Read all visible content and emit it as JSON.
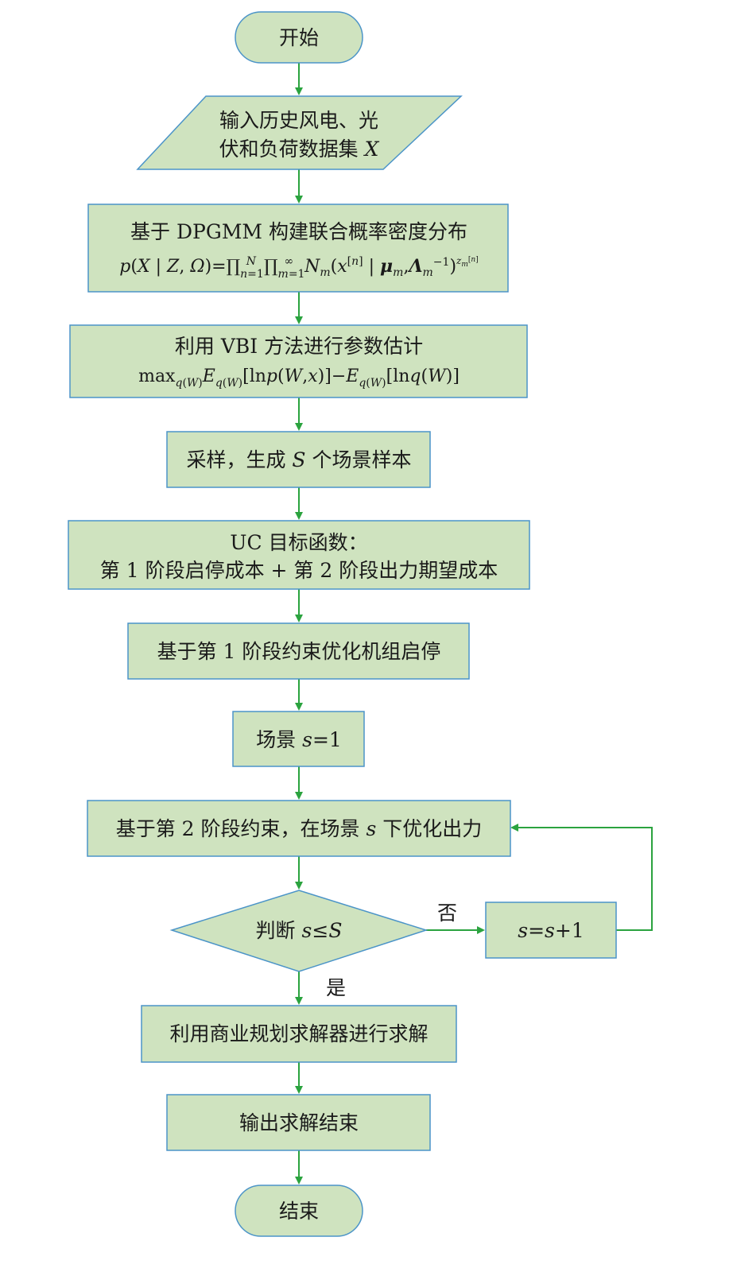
{
  "nodes": {
    "start": "开始",
    "input_line1": "输入历史风电、光",
    "input_line2": "伏和负荷数据集",
    "input_var": "X",
    "dpgmm_title": "基于 DPGMM 构建联合概率密度分布",
    "vbi_title": "利用 VBI 方法进行参数估计",
    "sampling_prefix": "采样，生成",
    "sampling_var": "S",
    "sampling_suffix": "个场景样本",
    "uc_line1": "UC 目标函数：",
    "uc_line2": "第 1 阶段启停成本 + 第 2 阶段出力期望成本",
    "stage1": "基于第 1 阶段约束优化机组启停",
    "scene_prefix": "场景",
    "scene_var": "s",
    "scene_suffix": "=1",
    "stage2_prefix": "基于第 2 阶段约束，在场景",
    "stage2_var": "s",
    "stage2_suffix": "下优化出力",
    "decision_prefix": "判断",
    "decision_var1": "s",
    "decision_op": "≤",
    "decision_var2": "S",
    "increment_var1": "s",
    "increment_eq": "=",
    "increment_var2": "s",
    "increment_suffix": "+1",
    "solver": "利用商业规划求解器进行求解",
    "output": "输出求解结束",
    "end": "结束"
  },
  "edge_labels": {
    "no": "否",
    "yes": "是"
  },
  "colors": {
    "node_fill": "#cfe3bf",
    "node_stroke": "#4b94c8",
    "arrow": "#2ba33f"
  }
}
